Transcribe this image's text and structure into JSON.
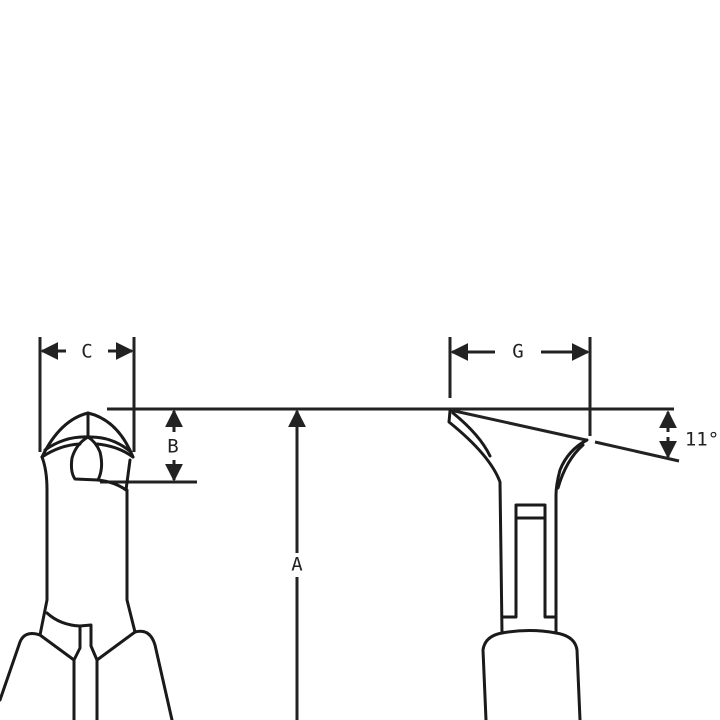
{
  "labels": {
    "A": "A",
    "B": "B",
    "C": "C",
    "G": "G",
    "angle": "11°"
  },
  "colors": {
    "line": "#1a1a1a",
    "background": "#ffffff"
  }
}
